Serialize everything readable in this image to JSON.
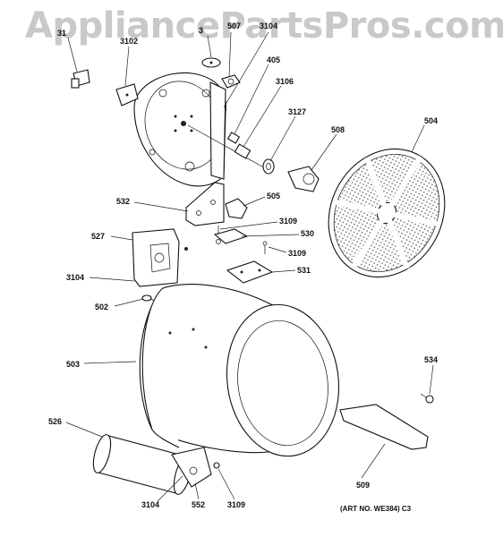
{
  "watermark": "AppliancePartsPros.com",
  "art_number": "(ART NO. WE384) C3",
  "callouts": {
    "c31": "31",
    "c3102": "3102",
    "c3": "3",
    "c507": "507",
    "c3104_top": "3104",
    "c405": "405",
    "c3106": "3106",
    "c3127": "3127",
    "c508": "508",
    "c504": "504",
    "c532": "532",
    "c505": "505",
    "c3109_a": "3109",
    "c530": "530",
    "c527": "527",
    "c3109_b": "3109",
    "c531": "531",
    "c3104_mid": "3104",
    "c502": "502",
    "c503": "503",
    "c534": "534",
    "c526": "526",
    "c509": "509",
    "c3104_bot": "3104",
    "c552": "552",
    "c3109_c": "3109"
  }
}
